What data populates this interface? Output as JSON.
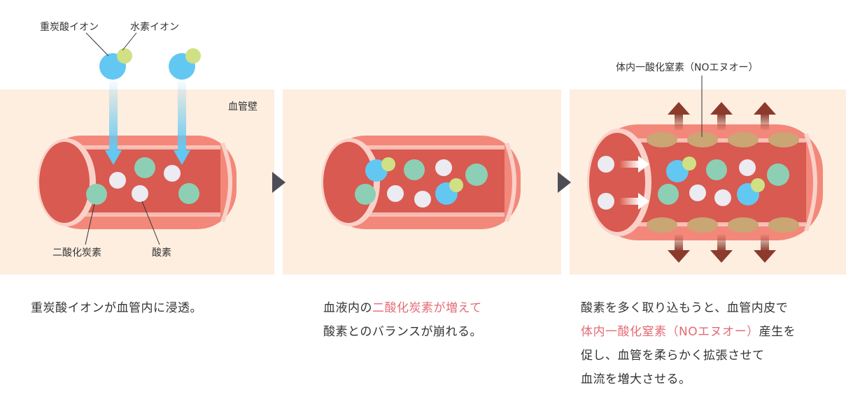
{
  "colors": {
    "panel_bg": "#fdeee0",
    "vessel_outer": "#f3887a",
    "vessel_inner": "#d95a50",
    "vessel_ring": "#fad1c8",
    "bicarbonate": "#62c8f2",
    "hydrogen": "#cfe184",
    "co2": "#8ccfb5",
    "oxygen": "#ecebf1",
    "nitric_oxide": "#c9a673",
    "arrow_out": "#8b3a2c",
    "highlight": "#e36b76",
    "step_arrow": "#4d4d55"
  },
  "labels": {
    "bicarbonate_ion": "重炭酸イオン",
    "hydrogen_ion": "水素イオン",
    "vessel_wall": "血管壁",
    "carbon_dioxide": "二酸化炭素",
    "oxygen": "酸素",
    "nitric_oxide": "体内一酸化窒素（NOエヌオー）"
  },
  "captions": {
    "step1": "重炭酸イオンが血管内に浸透。",
    "step2": {
      "line1_pre": "血液内の",
      "line1_highlight": "二酸化炭素が増えて",
      "line2": "酸素とのバランスが崩れる。"
    },
    "step3": {
      "line1": "酸素を多く取り込もうと、血管内皮で",
      "line2_highlight": "体内一酸化窒素（NOエヌオー）",
      "line2_post": "産生を",
      "line3": "促し、血管を柔らかく拡張させて",
      "line4": "血流を増大させる。"
    }
  },
  "icons": [
    "step-arrow-icon",
    "outward-arrow-icon",
    "inflow-arrow-icon"
  ]
}
